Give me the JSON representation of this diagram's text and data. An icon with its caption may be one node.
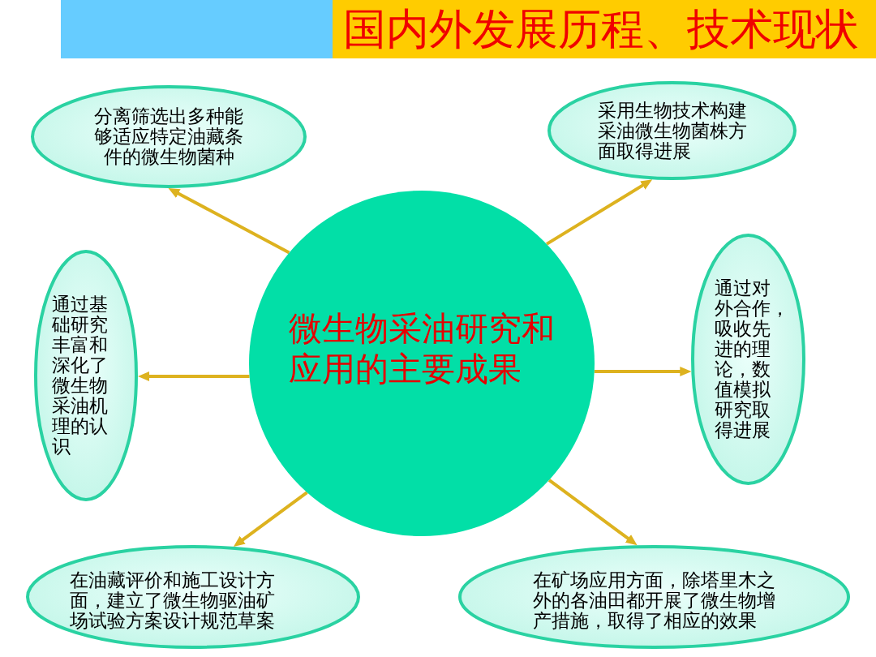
{
  "diagram": {
    "title": "国内外发展历程、技术现状",
    "nodes": [
      {
        "text": [
          "分离筛选出多种能够适应特定油藏条件的微生物菌种"
        ]
      },
      {
        "text": [
          "采用生物技术构建采油微生物菌株方面取得进展"
        ]
      },
      {
        "text": [
          "微生物采油研究和应用的主要成果"
        ]
      },
      {
        "text": [
          "通过基础研究丰富和深化了微生物采油机理的认识"
        ]
      },
      {
        "text": [
          "通过对外合作，吸收先进的理论，数值模拟研究取得进展"
        ]
      },
      {
        "text": [
          "在油藏评价和施工设计方面，建立了微生物驱油矿场试验方案设计规范草案"
        ]
      },
      {
        "text": [
          "在矿场应用方面，除塔里木之外的各油田都开展了微生物增产措施，取得了相应的效果"
        ]
      }
    ],
    "edges": [
      {
        "from": 2,
        "to": 0,
        "arrow": "to"
      },
      {
        "from": 2,
        "to": 1,
        "arrow": "to"
      },
      {
        "from": 2,
        "to": 3,
        "arrow": "to"
      },
      {
        "from": 2,
        "to": 4,
        "arrow": "to"
      },
      {
        "from": 2,
        "to": 5,
        "arrow": "to"
      },
      {
        "from": 2,
        "to": 6,
        "arrow": "to"
      }
    ]
  }
}
